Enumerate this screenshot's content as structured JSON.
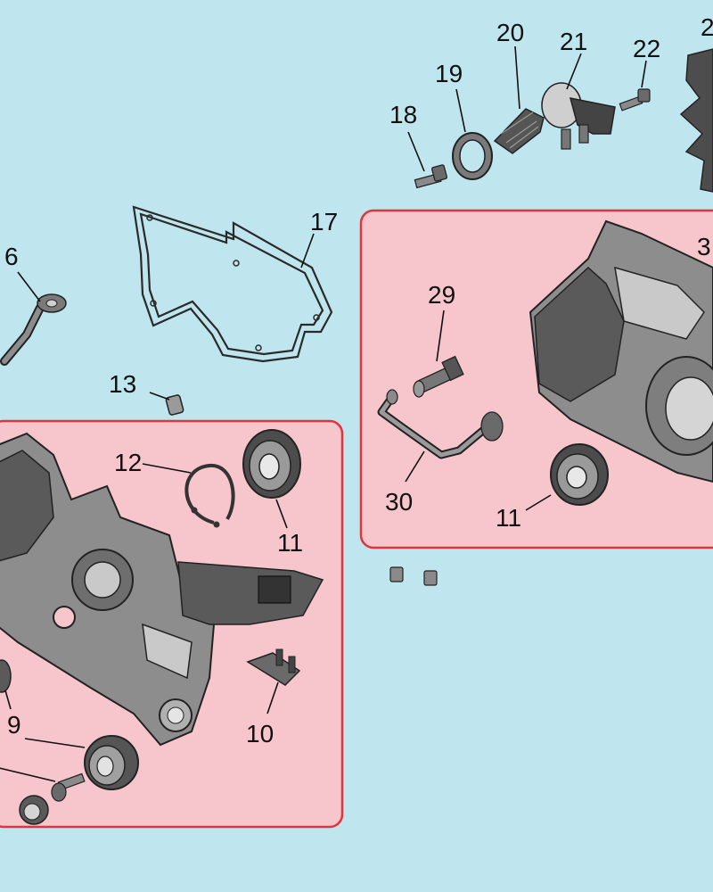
{
  "colors": {
    "background": "#bfe6ef",
    "highlight_fill": "#f6c6cc",
    "highlight_border": "#e0353a",
    "part_dark": "#4c4c4c",
    "part_mid": "#8d8d8d",
    "part_light": "#cfcfcf"
  },
  "labels": {
    "p6": "6",
    "p9": "9",
    "p10": "10",
    "p11_left": "11",
    "p11_right": "11",
    "p12": "12",
    "p13": "13",
    "p17": "17",
    "p18": "18",
    "p19": "19",
    "p20": "20",
    "p21": "21",
    "p22": "22",
    "p23": "2",
    "p29": "29",
    "p30": "30",
    "p31": "3"
  }
}
